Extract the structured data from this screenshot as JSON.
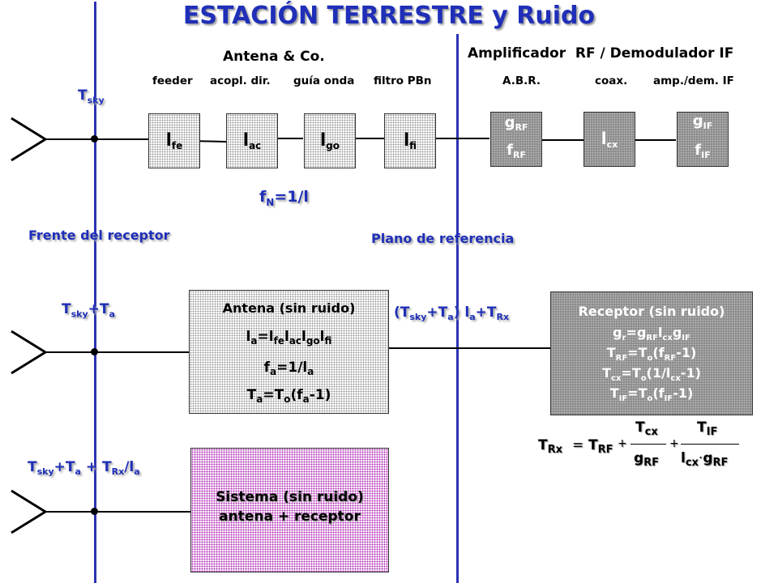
{
  "title": "ESTACIÓN TERRESTRE y Ruido",
  "headers": {
    "antenna_group": "Antena & Co.",
    "amp_group": "Amplificador  RF / Demodulador IF"
  },
  "sublabels": [
    "feeder",
    "acopl. dir.",
    "guía onda",
    "filtro PBn",
    "A.B.R.",
    "coax.",
    "amp./dem. IF"
  ],
  "row1": {
    "tsky": {
      "main": "T",
      "sub": "sky"
    },
    "blocks_light": [
      {
        "main": "l",
        "sub": "fe"
      },
      {
        "main": "l",
        "sub": "ac"
      },
      {
        "main": "l",
        "sub": "go"
      },
      {
        "main": "l",
        "sub": "fi"
      }
    ],
    "blocks_dark": [
      {
        "l1_main": "g",
        "l1_sub": "RF",
        "l2_main": "f",
        "l2_sub": "RF"
      },
      {
        "l1_main": "l",
        "l1_sub": "cx"
      },
      {
        "l1_main": "g",
        "l1_sub": "IF",
        "l2_main": "f",
        "l2_sub": "IF"
      }
    ],
    "fn": {
      "a": "f",
      "sub": "N",
      "b": "=1/l"
    }
  },
  "planes": {
    "front": "Frente del receptor",
    "reference": "Plano de referencia"
  },
  "row2": {
    "left_label": {
      "a": "T",
      "a_sub": "sky",
      "b": "+T",
      "b_sub": "a"
    },
    "mid_label": {
      "a": "(T",
      "a_sub": "sky",
      "b": "+T",
      "b_sub": "a",
      "c": ") l",
      "c_sub": "a",
      "d": "+T",
      "d_sub": "Rx"
    },
    "antenna_box": {
      "title": "Antena (sin ruido)",
      "line1": {
        "p0": "l",
        "s0": "a",
        "p1": "=l",
        "s1": "fe",
        "p2": "l",
        "s2": "ac",
        "p3": "l",
        "s3": "go",
        "p4": "l",
        "s4": "fi"
      },
      "line2": {
        "p0": "f",
        "s0": "a",
        "p1": "=1/l",
        "s1": "a"
      },
      "line3": {
        "p0": "T",
        "s0": "a",
        "p1": "=T",
        "s1": "o",
        "p2": "(f",
        "s2": "a",
        "p3": "-1)"
      }
    },
    "receiver_box": {
      "title": "Receptor (sin ruido)",
      "line1": {
        "p0": "g",
        "s0": "r",
        "p1": "=g",
        "s1": "RF",
        "p2": "l",
        "s2": "cx",
        "p3": "g",
        "s3": "IF"
      },
      "line2": {
        "p0": "T",
        "s0": "RF",
        "p1": "=T",
        "s1": "o",
        "p2": "(f",
        "s2": "RF",
        "p3": "-1)"
      },
      "line3": {
        "p0": "T",
        "s0": "cx",
        "p1": "=T",
        "s1": "o",
        "p2": "(1/l",
        "s2": "cx",
        "p3": "-1)"
      },
      "line4": {
        "p0": "T",
        "s0": "IF",
        "p1": "=T",
        "s1": "o",
        "p2": "(f",
        "s2": "IF",
        "p3": "-1)"
      }
    }
  },
  "formula": {
    "lhs_main": "T",
    "lhs_sub": "Rx",
    "eq": "=",
    "t1_main": "T",
    "t1_sub": "RF",
    "plus": "+",
    "n1_main": "T",
    "n1_sub": "cx",
    "d1_main": "g",
    "d1_sub": "RF",
    "n2_main": "T",
    "n2_sub": "IF",
    "d2_a_main": "l",
    "d2_a_sub": "cx",
    "d2_dot": "·",
    "d2_b_main": "g",
    "d2_b_sub": "RF"
  },
  "row3": {
    "left_label": {
      "a": "T",
      "a_sub": "sky",
      "b": "+T",
      "b_sub": "a",
      "c": " + T",
      "c_sub": "Rx",
      "d": "/l",
      "d_sub": "a"
    },
    "system_box": {
      "line1": "Sistema (sin ruido)",
      "line2": "antena + receptor"
    }
  },
  "colors": {
    "blue": "#1f2fb8",
    "line_blue": "#2b33b3",
    "purple": "#b02fb6",
    "dark_box": "#8a8a8a"
  }
}
